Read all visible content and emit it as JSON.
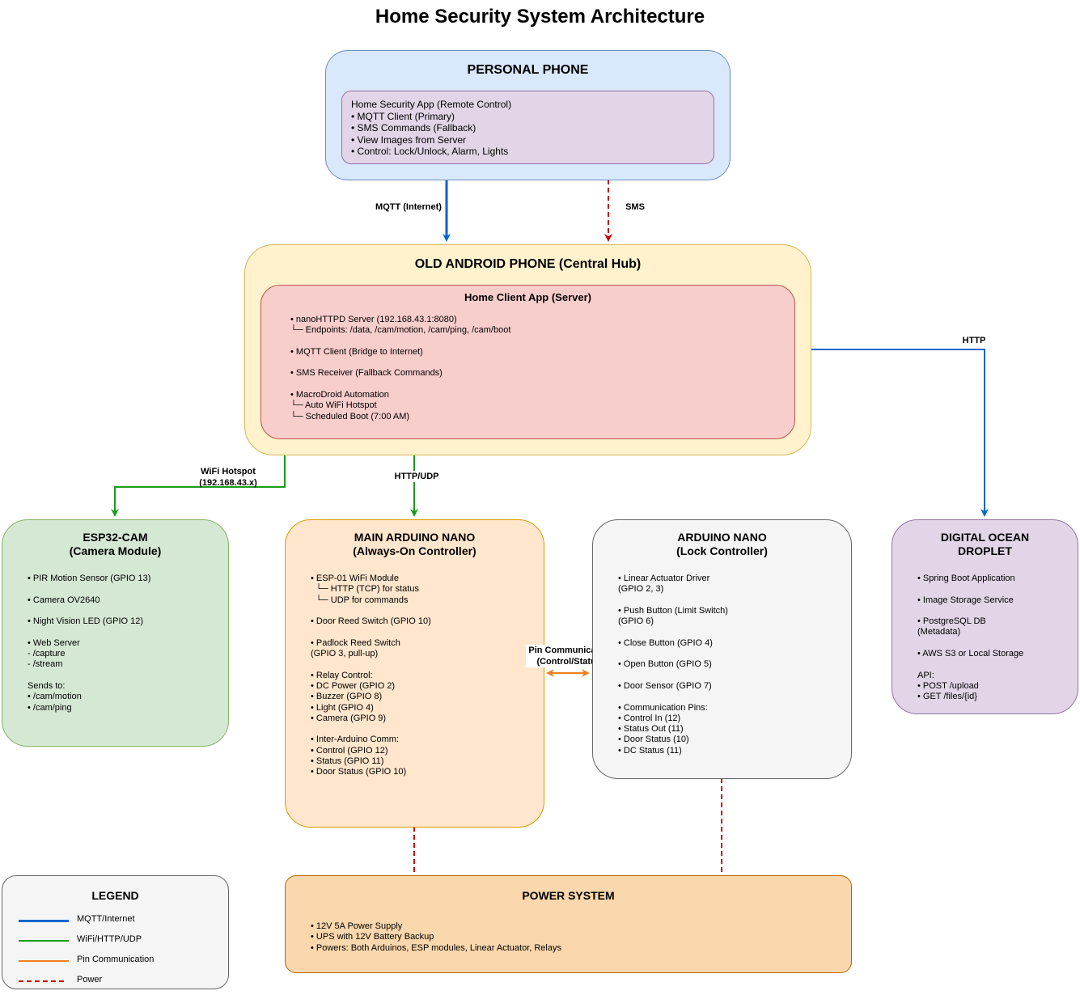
{
  "title": "Home Security System Architecture",
  "colors": {
    "mqtt": "#0066cc",
    "wifi": "#1a9c1a",
    "pin": "#f07f1e",
    "power": "#cc0000"
  },
  "personal_phone": {
    "title": "PERSONAL PHONE",
    "app_lines": [
      "Home Security App (Remote Control)",
      "• MQTT Client (Primary)",
      "• SMS Commands (Fallback)",
      "• View Images from Server",
      "• Control: Lock/Unlock, Alarm, Lights"
    ]
  },
  "central_hub": {
    "title": "OLD ANDROID PHONE (Central Hub)",
    "app_title": "Home Client App (Server)",
    "app_lines": [
      "• nanoHTTPD Server (192.168.43.1:8080)",
      "└─ Endpoints: /data, /cam/motion, /cam/ping, /cam/boot",
      "",
      "• MQTT Client (Bridge to Internet)",
      "",
      "• SMS Receiver (Fallback Commands)",
      "",
      "• MacroDroid Automation",
      "└─ Auto WiFi Hotspot",
      "└─ Scheduled Boot (7:00 AM)"
    ]
  },
  "esp32": {
    "title": "ESP32-CAM\n(Camera Module)",
    "lines": [
      "• PIR Motion Sensor (GPIO 13)",
      "",
      "• Camera OV2640",
      "",
      "• Night Vision LED (GPIO 12)",
      "",
      "• Web Server",
      "- /capture",
      "- /stream",
      "",
      "Sends to:",
      "• /cam/motion",
      "• /cam/ping"
    ]
  },
  "main_nano": {
    "title": "MAIN ARDUINO NANO\n(Always-On Controller)",
    "lines": [
      "• ESP-01 WiFi Module",
      "  └─ HTTP (TCP) for status",
      "  └─ UDP for commands",
      "",
      "• Door Reed Switch (GPIO 10)",
      "",
      "• Padlock Reed Switch",
      "(GPIO 3, pull-up)",
      "",
      "• Relay Control:",
      "• DC Power (GPIO 2)",
      "• Buzzer (GPIO 8)",
      "• Light (GPIO 4)",
      "• Camera (GPIO 9)",
      "",
      "• Inter-Arduino Comm:",
      "• Control (GPIO 12)",
      "• Status (GPIO 11)",
      "• Door Status (GPIO 10)"
    ]
  },
  "lock_nano": {
    "title": "ARDUINO NANO\n(Lock Controller)",
    "lines": [
      "• Linear Actuator Driver",
      "(GPIO 2, 3)",
      "",
      "• Push Button (Limit Switch)",
      "(GPIO 6)",
      "",
      "• Close Button (GPIO 4)",
      "",
      "• Open Button (GPIO 5)",
      "",
      "• Door Sensor (GPIO 7)",
      "",
      "• Communication Pins:",
      "• Control In (12)",
      "• Status Out (11)",
      "• Door Status (10)",
      "• DC Status (11)"
    ]
  },
  "droplet": {
    "title": "DIGITAL OCEAN\nDROPLET",
    "lines": [
      "• Spring Boot Application",
      "",
      "• Image Storage Service",
      "",
      "• PostgreSQL DB",
      "(Metadata)",
      "",
      "• AWS S3 or Local Storage",
      "",
      "API:",
      "• POST /upload",
      "• GET /files/{id}"
    ]
  },
  "power": {
    "title": "POWER SYSTEM",
    "lines": [
      "• 12V 5A Power Supply",
      "• UPS with 12V Battery Backup",
      "• Powers: Both Arduinos, ESP modules, Linear Actuator, Relays"
    ]
  },
  "edges": {
    "mqtt": "MQTT (Internet)",
    "sms": "SMS",
    "http": "HTTP",
    "wifi_hotspot": "WiFi Hotspot\n(192.168.43.x)",
    "http_udp": "HTTP/UDP",
    "pin_comm": "Pin Communication\n(Control/Status)"
  },
  "legend": {
    "title": "LEGEND",
    "items": [
      {
        "label": "MQTT/Internet",
        "color": "#0066cc",
        "style": "solid"
      },
      {
        "label": "WiFi/HTTP/UDP",
        "color": "#1a9c1a",
        "style": "solid"
      },
      {
        "label": "Pin Communication",
        "color": "#f07f1e",
        "style": "solid"
      },
      {
        "label": "Power",
        "color": "#cc0000",
        "style": "dashed"
      }
    ]
  }
}
